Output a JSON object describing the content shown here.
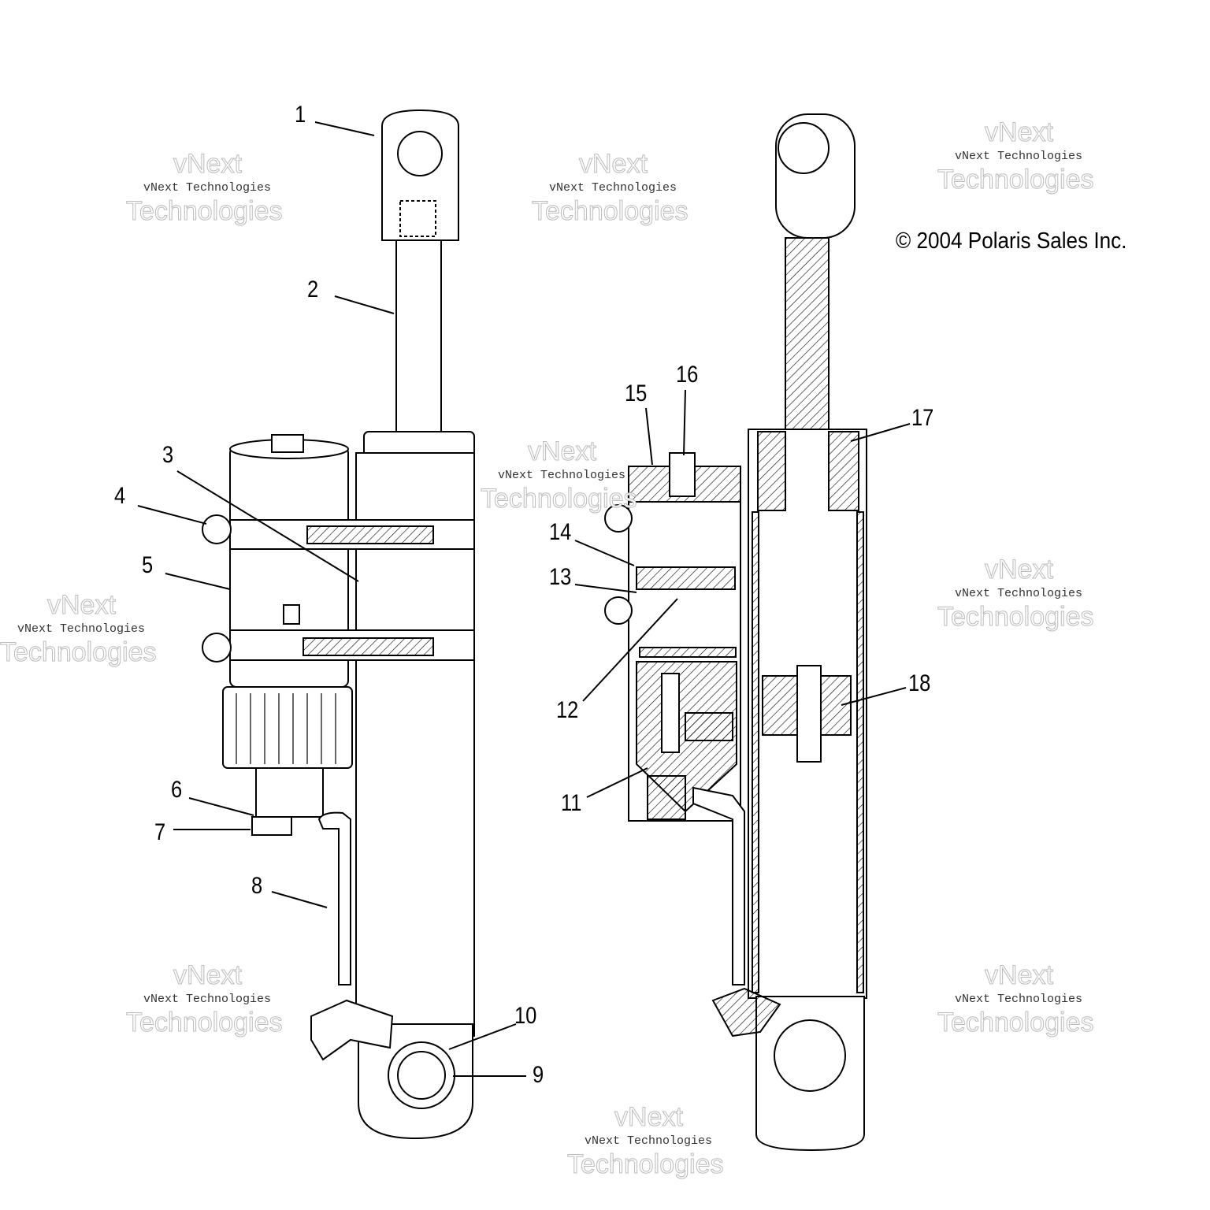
{
  "diagram": {
    "copyright": "© 2004 Polaris Sales Inc.",
    "callouts": [
      "1",
      "2",
      "3",
      "4",
      "5",
      "6",
      "7",
      "8",
      "9",
      "10",
      "11",
      "12",
      "13",
      "14",
      "15",
      "16",
      "17",
      "18"
    ],
    "watermark": {
      "top": "vNext",
      "middle": "vNext Technologies",
      "bottom": "Technologies"
    }
  }
}
